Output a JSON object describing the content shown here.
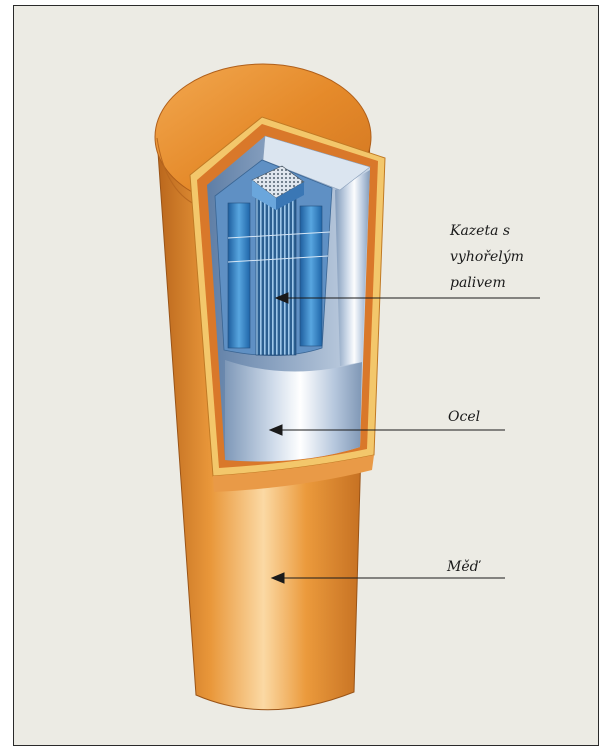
{
  "labels": {
    "fuel_cassette": [
      "Kazeta s",
      "vyhořelým",
      "palivem"
    ],
    "steel": "Ocel",
    "copper": "Měď"
  },
  "colors": {
    "background": "#ecebe4",
    "copper": "#e38a2b",
    "steel": "#9fb8d4",
    "fuel_assembly": "#2f7fc4",
    "line": "#1a1a1a"
  }
}
